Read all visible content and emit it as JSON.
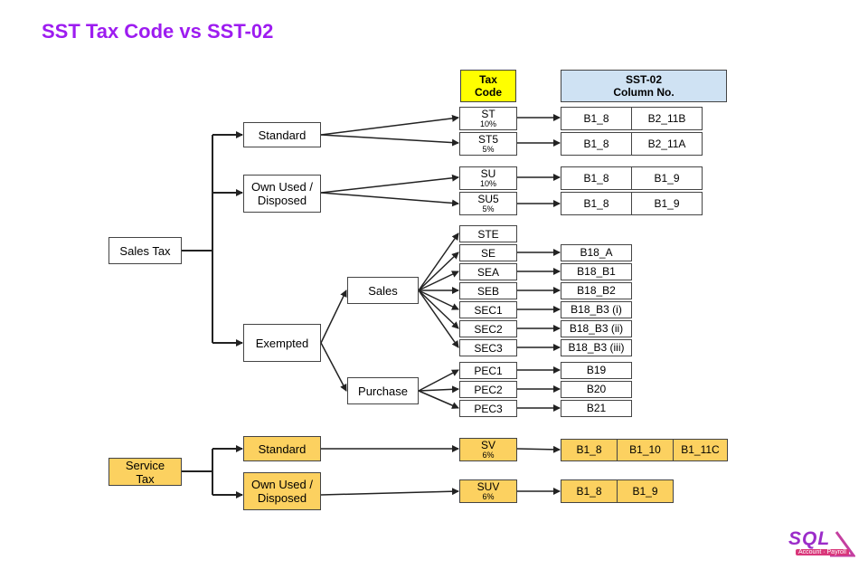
{
  "title": "SST Tax Code vs SST-02",
  "headers": {
    "tax_code": "Tax\nCode",
    "sst02": "SST-02\nColumn No."
  },
  "root": {
    "sales_tax": "Sales Tax",
    "service_tax": "Service\nTax"
  },
  "categories": {
    "standard": "Standard",
    "own_used": "Own Used /\nDisposed",
    "exempted": "Exempted",
    "sales": "Sales",
    "purchase": "Purchase",
    "svc_standard": "Standard",
    "svc_own_used": "Own Used /\nDisposed"
  },
  "codes": {
    "ST": {
      "label": "ST",
      "rate": "10%"
    },
    "ST5": {
      "label": "ST5",
      "rate": "5%"
    },
    "SU": {
      "label": "SU",
      "rate": "10%"
    },
    "SU5": {
      "label": "SU5",
      "rate": "5%"
    },
    "STE": {
      "label": "STE"
    },
    "SE": {
      "label": "SE"
    },
    "SEA": {
      "label": "SEA"
    },
    "SEB": {
      "label": "SEB"
    },
    "SEC1": {
      "label": "SEC1"
    },
    "SEC2": {
      "label": "SEC2"
    },
    "SEC3": {
      "label": "SEC3"
    },
    "PEC1": {
      "label": "PEC1"
    },
    "PEC2": {
      "label": "PEC2"
    },
    "PEC3": {
      "label": "PEC3"
    },
    "SV": {
      "label": "SV",
      "rate": "6%"
    },
    "SUV": {
      "label": "SUV",
      "rate": "6%"
    }
  },
  "columns": {
    "ST": [
      "B1_8",
      "B2_11B"
    ],
    "ST5": [
      "B1_8",
      "B2_11A"
    ],
    "SU": [
      "B1_8",
      "B1_9"
    ],
    "SU5": [
      "B1_8",
      "B1_9"
    ],
    "SE": [
      "B18_A"
    ],
    "SEA": [
      "B18_B1"
    ],
    "SEB": [
      "B18_B2"
    ],
    "SEC1": [
      "B18_B3 (i)"
    ],
    "SEC2": [
      "B18_B3 (ii)"
    ],
    "SEC3": [
      "B18_B3 (iii)"
    ],
    "PEC1": [
      "B19"
    ],
    "PEC2": [
      "B20"
    ],
    "PEC3": [
      "B21"
    ],
    "SV": [
      "B1_8",
      "B1_10",
      "B1_11C"
    ],
    "SUV": [
      "B1_8",
      "B1_9"
    ]
  },
  "logo": {
    "text": "SQL",
    "sub": "Account · Payroll"
  }
}
